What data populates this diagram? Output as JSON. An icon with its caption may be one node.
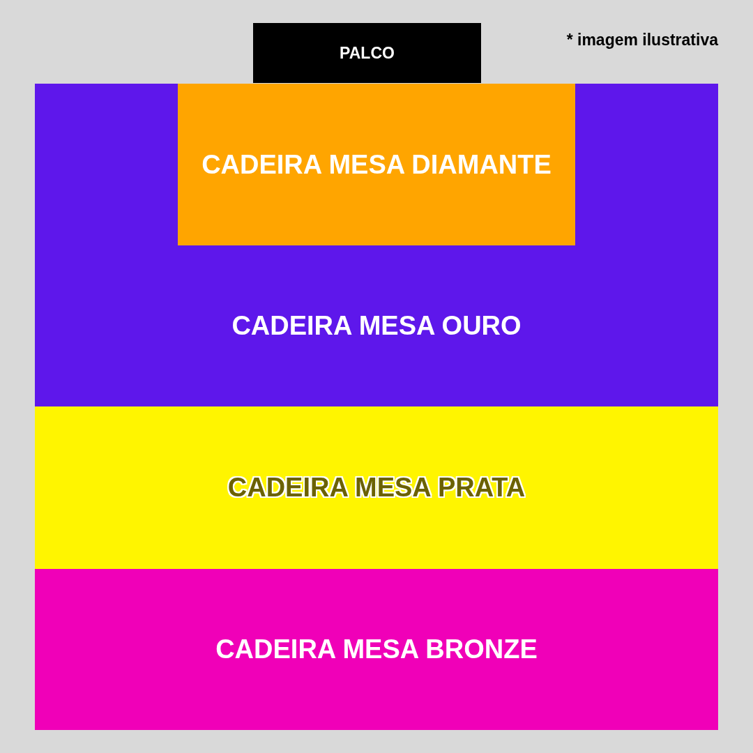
{
  "diagram": {
    "nodes": [
      {
        "text": [
          "PALCO"
        ]
      },
      {
        "text": [
          "CADEIRA MESA OURO"
        ]
      },
      {
        "text": [
          "CADEIRA MESA DIAMANTE"
        ],
        "in": 1
      },
      {
        "text": [
          "CADEIRA MESA PRATA"
        ]
      },
      {
        "text": [
          "CADEIRA MESA BRONZE"
        ]
      }
    ],
    "labels": [
      "* imagem ilustrativa"
    ]
  }
}
